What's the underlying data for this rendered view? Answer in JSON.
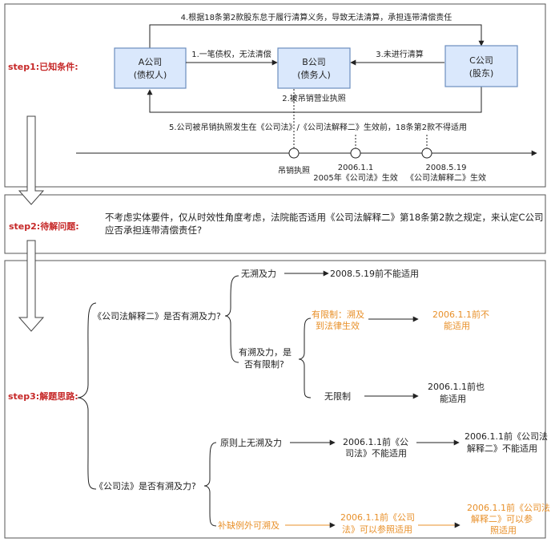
{
  "steps": {
    "step1": "step1:已知条件:",
    "step2": "step2:待解问题:",
    "step3": "step3:解题思路:"
  },
  "step1": {
    "box_a": [
      "A公司",
      "(债权人)"
    ],
    "box_b": [
      "B公司",
      "(债务人)"
    ],
    "box_c": [
      "C公司",
      "(股东)"
    ],
    "edge1": "1.一笔债权，无法清偿",
    "edge2": "2.被吊销营业执照",
    "edge3": "3.未进行清算",
    "edge4": "4.根据18条第2款股东怠于履行清算义务，导致无法清算，承担连带清偿责任",
    "edge5": "5.公司被吊销执照发生在《公司法》/《公司法解释二》生效前，18条第2款不得适用",
    "timeline": {
      "p1": [
        "吊销执照"
      ],
      "p2": [
        "2006.1.1",
        "2005年《公司法》生效"
      ],
      "p3": [
        "2008.5.19",
        "《公司法解释二》生效"
      ]
    }
  },
  "step2": {
    "question": [
      "不考虑实体要件，仅从时效性角度考虑，法院能否适用《公司法解释二》第18条第2款之规定，来认定C公司",
      "应否承担连带清偿责任?"
    ]
  },
  "step3": {
    "q1": "《公司法解释二》是否有溯及力?",
    "q1_no": "无溯及力",
    "q1_no_result": "2008.5.19前不能适用",
    "q1_yes": [
      "有溯及力，是",
      "否有限制?"
    ],
    "q1_limited": [
      "有限制：溯及",
      "到法律生效"
    ],
    "q1_limited_result": [
      "2006.1.1前不",
      "能适用"
    ],
    "q1_unlimited": "无限制",
    "q1_unlimited_result": [
      "2006.1.1前也",
      "能适用"
    ],
    "q2": "《公司法》是否有溯及力?",
    "q2_principle": "原则上无溯及力",
    "q2_principle_result": [
      "2006.1.1前《公",
      "司法》不能适用"
    ],
    "q2_principle_result2": [
      "2006.1.1前《公司法",
      "解释二》不能适用"
    ],
    "q2_exception": "补缺例外可溯及",
    "q2_exception_result": [
      "2006.1.1前《公司",
      "法》可以参照适用"
    ],
    "q2_exception_result2": [
      "2006.1.1前《公司法",
      "解释二》可以参",
      "照适用"
    ]
  },
  "colors": {
    "accent_orange": "#e8902a",
    "step_red": "#c62828",
    "box_fill": "#dae8fc",
    "box_stroke": "#6c8ebf"
  }
}
